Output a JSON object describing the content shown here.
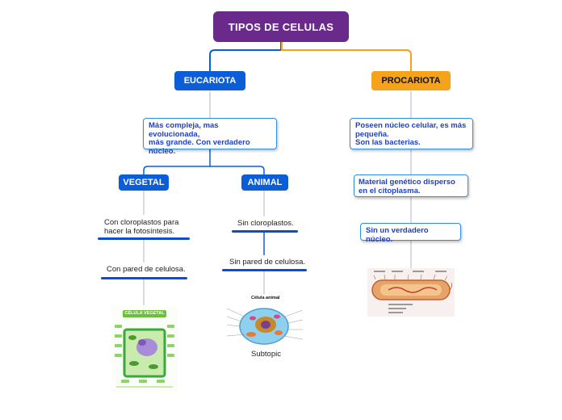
{
  "root": {
    "label": "TIPOS DE CELULAS"
  },
  "eucariota": {
    "label": "EUCARIOTA",
    "description": [
      "Más compleja, mas evolucionada,",
      "más grande. Con verdadero",
      "núcleo."
    ],
    "vegetal": {
      "label": "VEGETAL",
      "traits": [
        [
          "Con cloroplastos para",
          "hacer la fotosíntesis."
        ],
        [
          "Con pared de celulosa."
        ]
      ],
      "image_title": "CÉLULA VEGETAL"
    },
    "animal": {
      "label": "ANIMAL",
      "traits": [
        [
          "Sin cloroplastos."
        ],
        [
          "Sin pared de celulosa."
        ]
      ],
      "image_title": "Célula animal",
      "image_caption": "Subtopic"
    }
  },
  "procariota": {
    "label": "PROCARIOTA",
    "description": [
      "Poseen núcleo celular, es más",
      "pequeña.",
      "Son las bacterias."
    ],
    "traits": [
      [
        "Material genético disperso",
        "en el citoplasma."
      ],
      [
        "Sin un verdadero núcleo."
      ]
    ]
  },
  "colors": {
    "root": "#6a2a8c",
    "eucariota_branch": "#0b5ed7",
    "procariota_branch": "#f5a31a",
    "note_border": "#2f8fe0",
    "note_text": "#1e40c8"
  },
  "icons": [
    "plant-cell-illustration",
    "animal-cell-illustration",
    "bacteria-cell-illustration"
  ]
}
